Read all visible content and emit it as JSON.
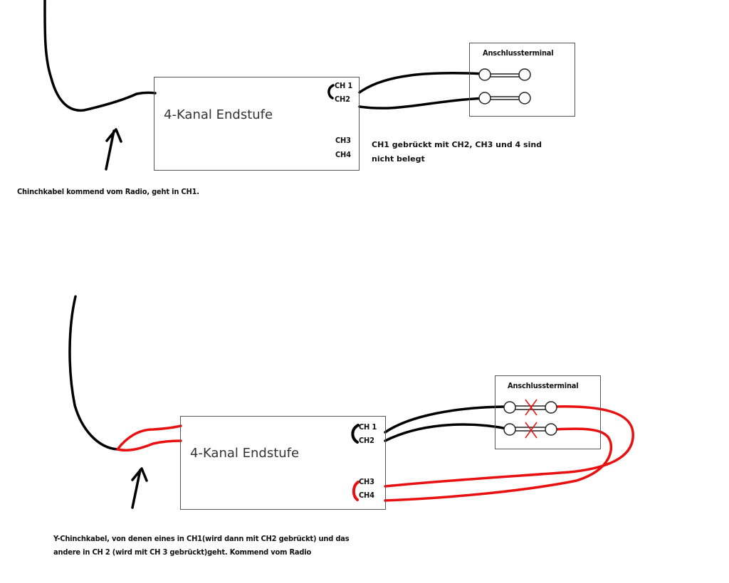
{
  "diagram1": {
    "amp_label": "4-Kanal Endstufe",
    "ch1": "CH 1",
    "ch2": "CH2",
    "ch3": "CH3",
    "ch4": "CH4",
    "terminal_title": "Anschlussterminal",
    "bridge_note": "CH1 gebrückt mit CH2, CH3 und 4 sind nicht belegt",
    "cable_note": "Chinchkabel kommend vom Radio, geht in CH1."
  },
  "diagram2": {
    "amp_label": "4-Kanal Endstufe",
    "ch1": "CH 1",
    "ch2": "CH2",
    "ch3": "CH3",
    "ch4": "CH4",
    "terminal_title": "Anschlussterminal",
    "cable_note_line1": "Y-Chinchkabel, von denen eines in CH1(wird dann mit CH2 gebrückt) und das",
    "cable_note_line2": "andere in CH 2 (wird mit CH 3 gebrückt)geht. Kommend vom Radio"
  },
  "colors": {
    "wire_black": "#000000",
    "wire_red": "#e81010",
    "box_border": "#555555"
  }
}
